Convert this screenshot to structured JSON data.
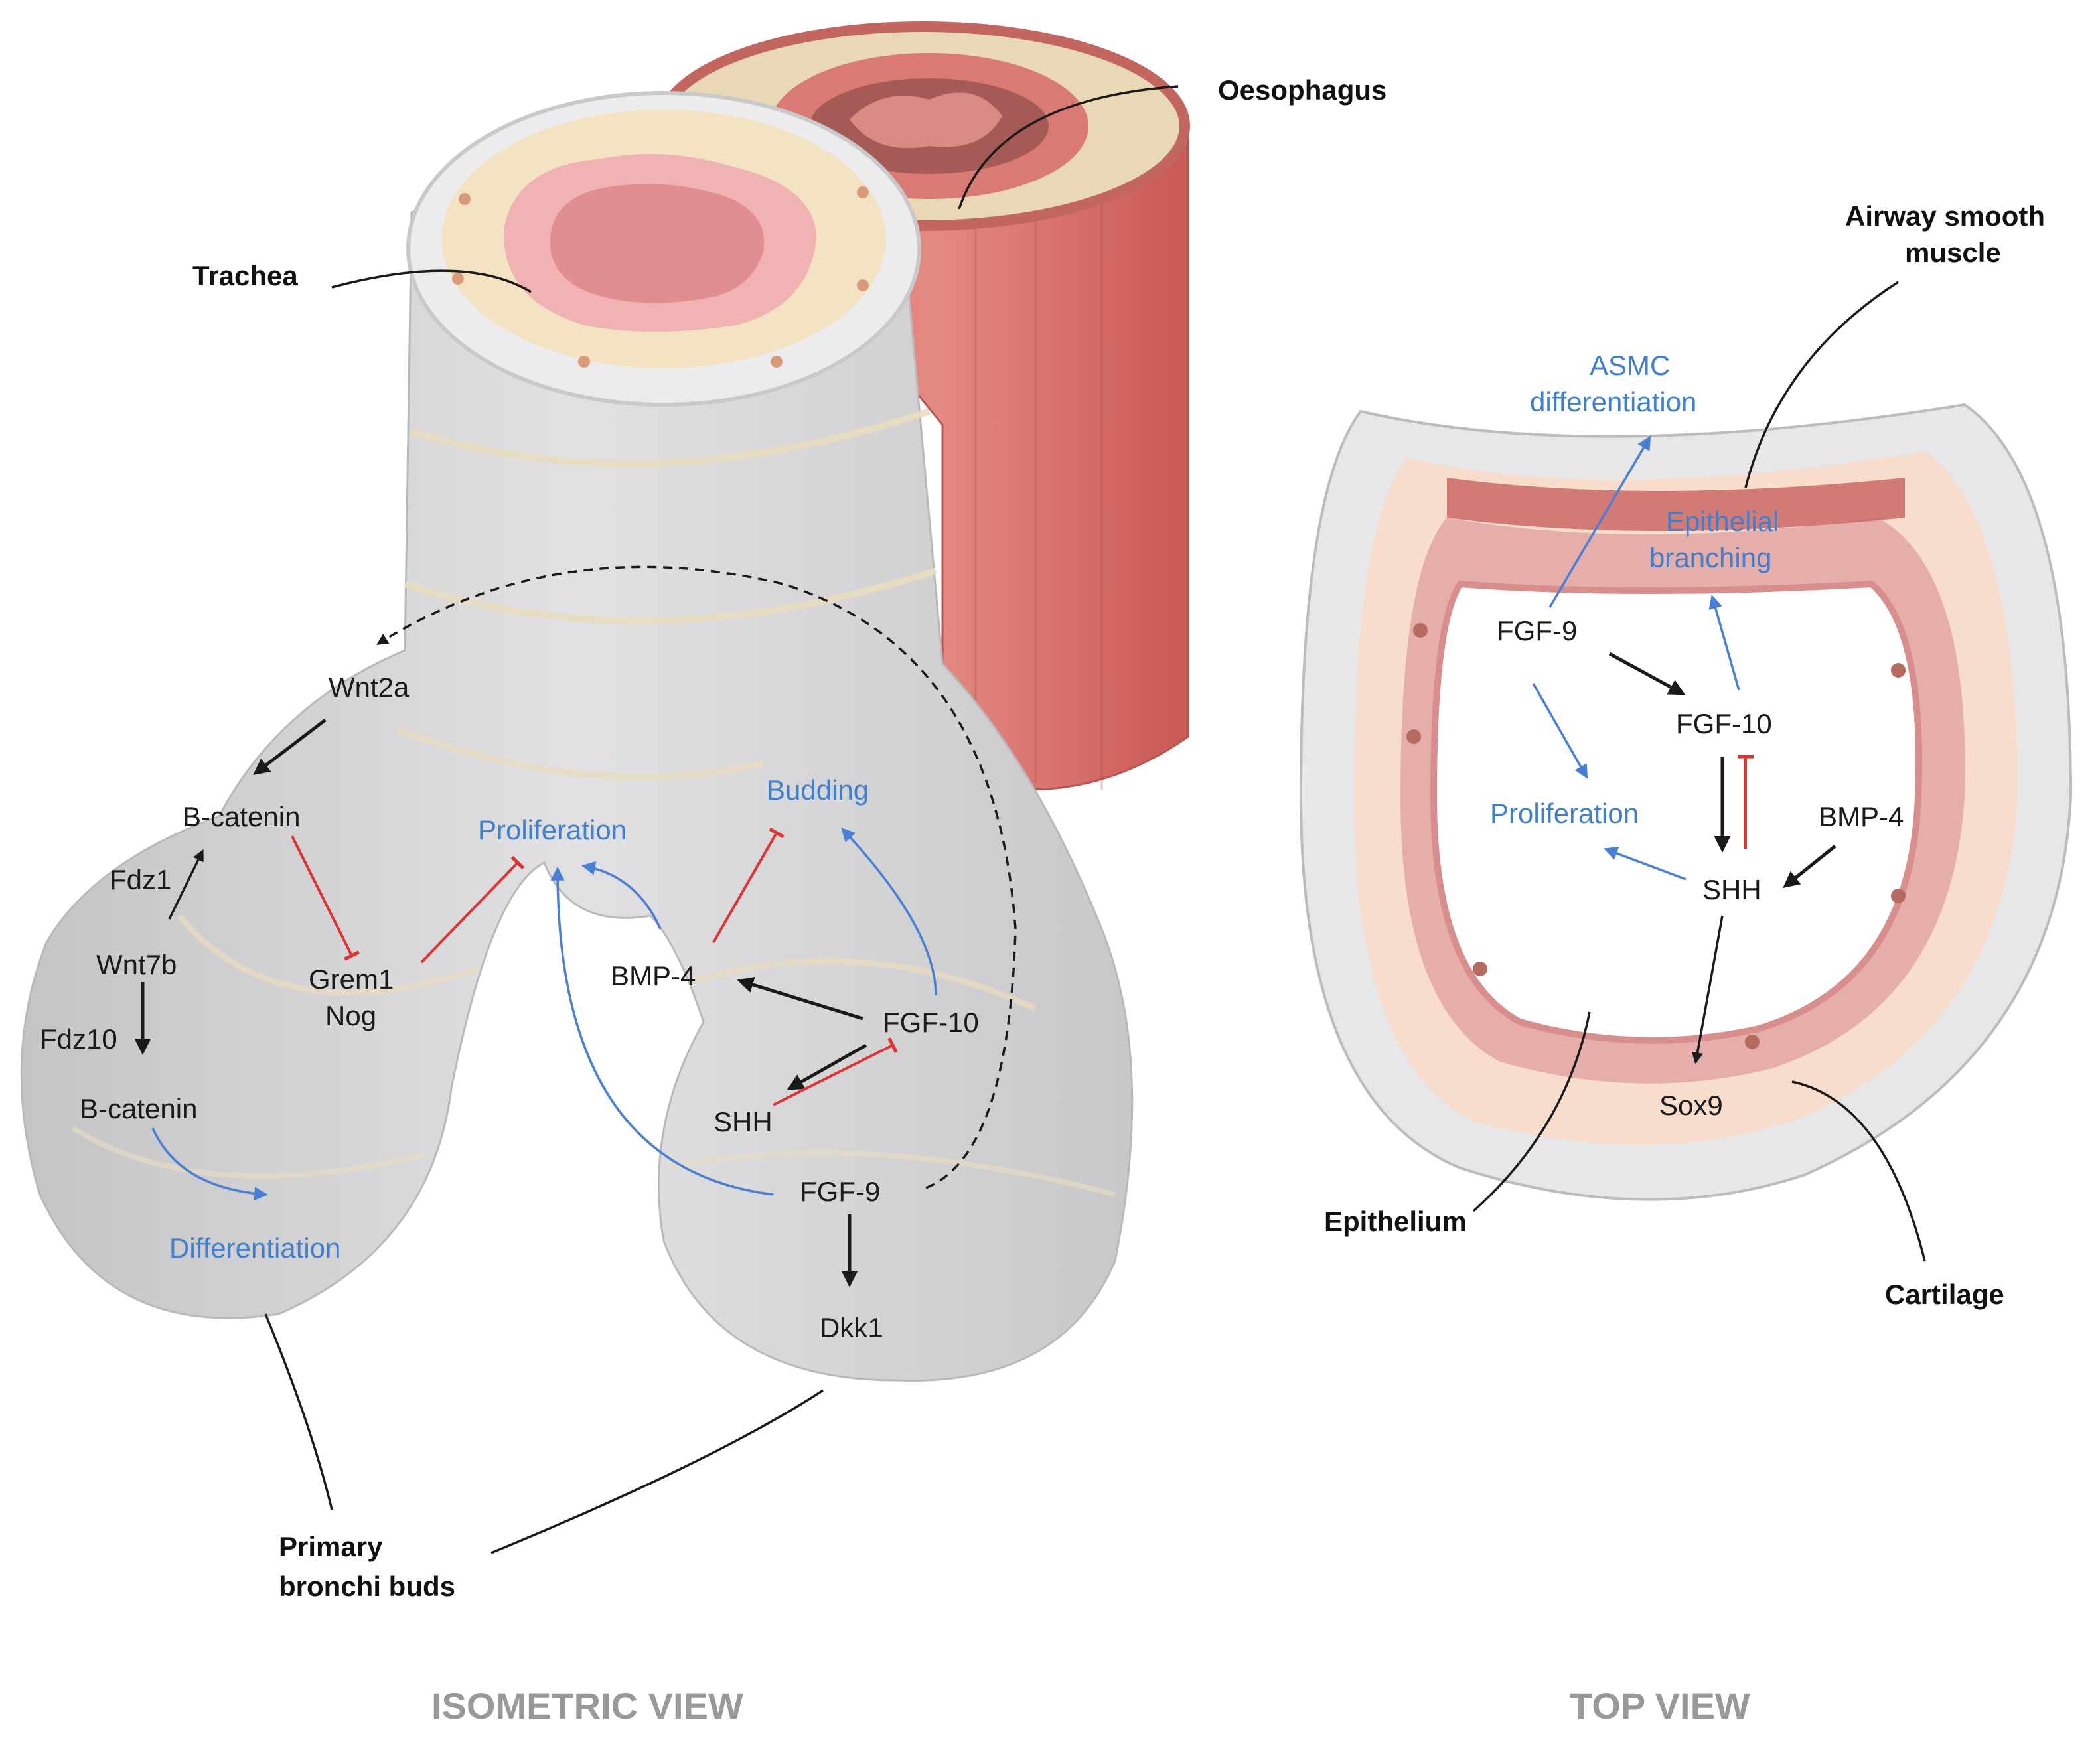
{
  "views": {
    "isometric": "ISOMETRIC VIEW",
    "top": "TOP VIEW"
  },
  "structures": {
    "oesophagus": "Oesophagus",
    "trachea": "Trachea",
    "airway_smooth_muscle_1": "Airway smooth",
    "airway_smooth_muscle_2": "muscle",
    "epithelium": "Epithelium",
    "cartilage": "Cartilage",
    "primary_bronchi_1": "Primary",
    "primary_bronchi_2": "bronchi buds"
  },
  "isometric": {
    "wnt2a": "Wnt2a",
    "bcatenin_top": "B-catenin",
    "fdz1": "Fdz1",
    "wnt7b": "Wnt7b",
    "fdz10": "Fdz10",
    "bcatenin_bottom": "B-catenin",
    "differentiation": "Differentiation",
    "grem1": "Grem1",
    "nog": "Nog",
    "proliferation": "Proliferation",
    "budding": "Budding",
    "bmp4": "BMP-4",
    "fgf10": "FGF-10",
    "shh": "SHH",
    "fgf9": "FGF-9",
    "dkk1": "Dkk1"
  },
  "top": {
    "asmc_1": "ASMC",
    "asmc_2": "differentiation",
    "epi_1": "Epithelial",
    "epi_2": "branching",
    "fgf9": "FGF-9",
    "fgf10": "FGF-10",
    "proliferation": "Proliferation",
    "bmp4": "BMP-4",
    "shh": "SHH",
    "sox9": "Sox9"
  },
  "colors": {
    "grey_tissue": "#d4d4d6",
    "cartilage_cream": "#f3e3c3",
    "mucosa_pink": "#f1b2b4",
    "muscle_red": "#d86b68",
    "activation": "#1a1a1a",
    "blue_process": "#3f7fcc",
    "inhibition_red": "#e03333"
  }
}
